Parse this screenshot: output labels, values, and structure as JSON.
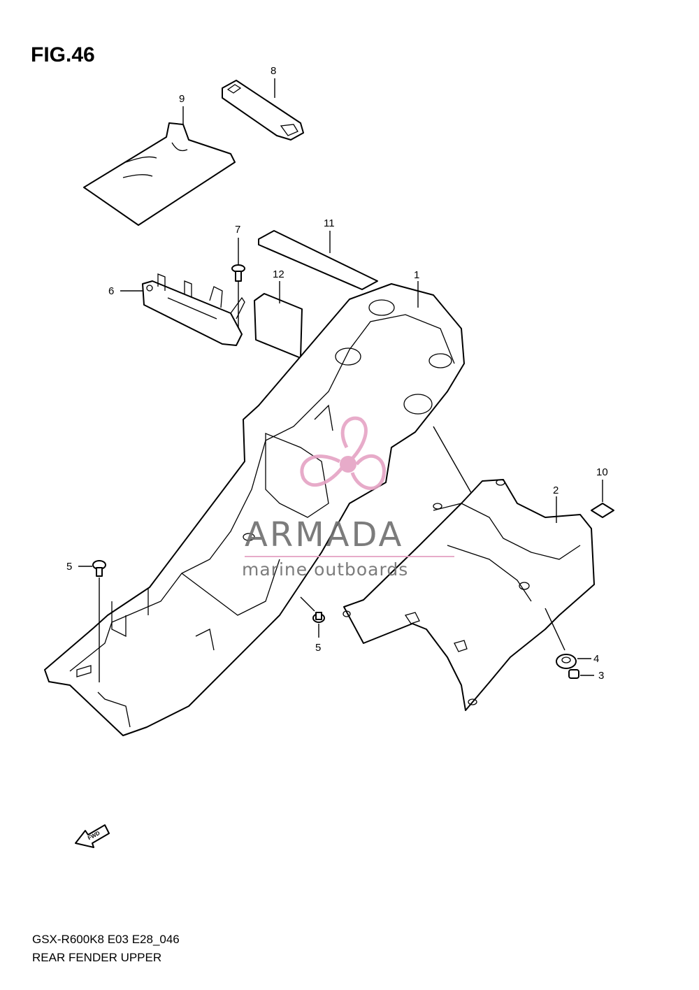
{
  "figure": {
    "title": "FIG.46"
  },
  "callouts": {
    "p1": "1",
    "p2": "2",
    "p3": "3",
    "p4": "4",
    "p5a": "5",
    "p5b": "5",
    "p6": "6",
    "p7": "7",
    "p8": "8",
    "p9": "9",
    "p10": "10",
    "p11": "11",
    "p12": "12"
  },
  "watermark": {
    "brand": "ARMADA",
    "tagline": "marine outboards",
    "accent_color": "#e5a3c4"
  },
  "fwd_arrow": {
    "label": "FWD"
  },
  "footer": {
    "model_code": "GSX-R600K8 E03 E28_046",
    "assembly_name": "REAR FENDER UPPER"
  },
  "colors": {
    "line": "#000000",
    "background": "#ffffff"
  }
}
